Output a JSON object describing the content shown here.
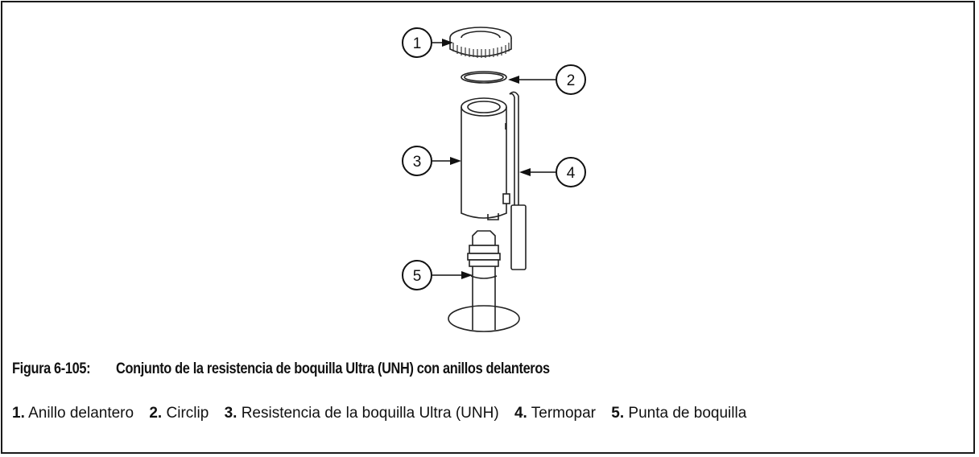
{
  "callouts": [
    "1",
    "2",
    "3",
    "4",
    "5"
  ],
  "figure": {
    "number": "Figura 6-105:",
    "title": "Conjunto de la resistencia de boquilla Ultra (UNH) con anillos delanteros"
  },
  "legend": [
    {
      "num": "1.",
      "text": "Anillo delantero"
    },
    {
      "num": "2.",
      "text": "Circlip"
    },
    {
      "num": "3.",
      "text": "Resistencia de la boquilla Ultra (UNH)"
    },
    {
      "num": "4.",
      "text": "Termopar"
    },
    {
      "num": "5.",
      "text": "Punta de boquilla"
    }
  ]
}
